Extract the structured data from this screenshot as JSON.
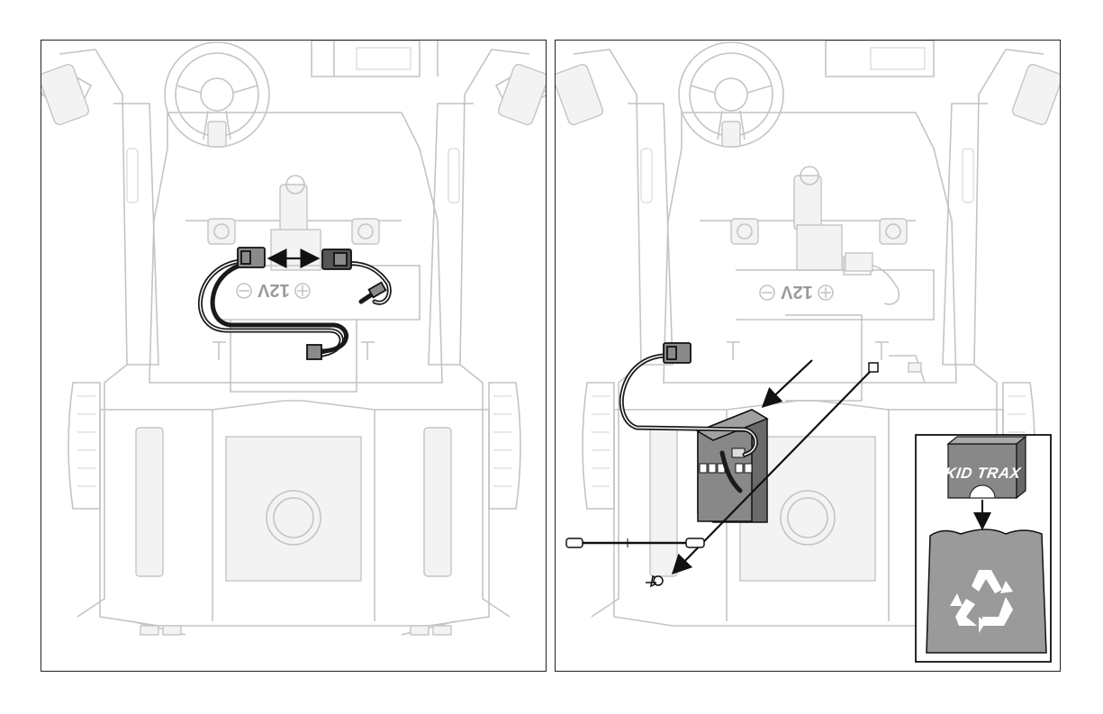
{
  "panels": [
    {
      "id": "left",
      "battery_label": "12V"
    },
    {
      "id": "right",
      "battery_label": "12V",
      "box_logo": "KID TRAX"
    }
  ],
  "colors": {
    "outline": "#222222",
    "ghost_vehicle": "#c4c4c4",
    "connector_gray": "#8a8a8a",
    "battery_box": "#888888",
    "recycle_bag": "#9a9a9a"
  },
  "icons": [
    "double-arrow-icon",
    "recycle-icon",
    "screw-icon",
    "screwdriver-icon"
  ]
}
